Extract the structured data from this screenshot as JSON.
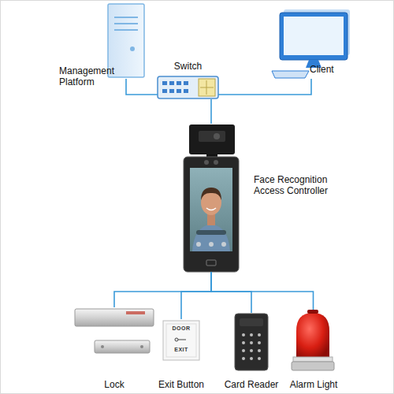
{
  "diagram": {
    "nodes": [
      {
        "text": [
          "Management Platform"
        ]
      },
      {
        "text": [
          "Client"
        ]
      },
      {
        "text": [
          "Switch"
        ]
      },
      {
        "text": [
          "Face Recognition Access Controller"
        ]
      },
      {
        "text": [
          "Lock"
        ]
      },
      {
        "text": [
          "Exit Button"
        ]
      },
      {
        "text": [
          "Card Reader"
        ]
      },
      {
        "text": [
          "Alarm Light"
        ]
      }
    ],
    "edges": [
      {
        "from": 0,
        "to": 2,
        "arrow": "none"
      },
      {
        "from": 2,
        "to": 1,
        "arrow": "none"
      },
      {
        "from": 2,
        "to": 3,
        "arrow": "none"
      },
      {
        "from": 3,
        "to": 4,
        "arrow": "none"
      },
      {
        "from": 3,
        "to": 5,
        "arrow": "none"
      },
      {
        "from": 3,
        "to": 6,
        "arrow": "none"
      },
      {
        "from": 3,
        "to": 7,
        "arrow": "none"
      }
    ],
    "labels": [
      "DOOR",
      "EXIT"
    ]
  }
}
